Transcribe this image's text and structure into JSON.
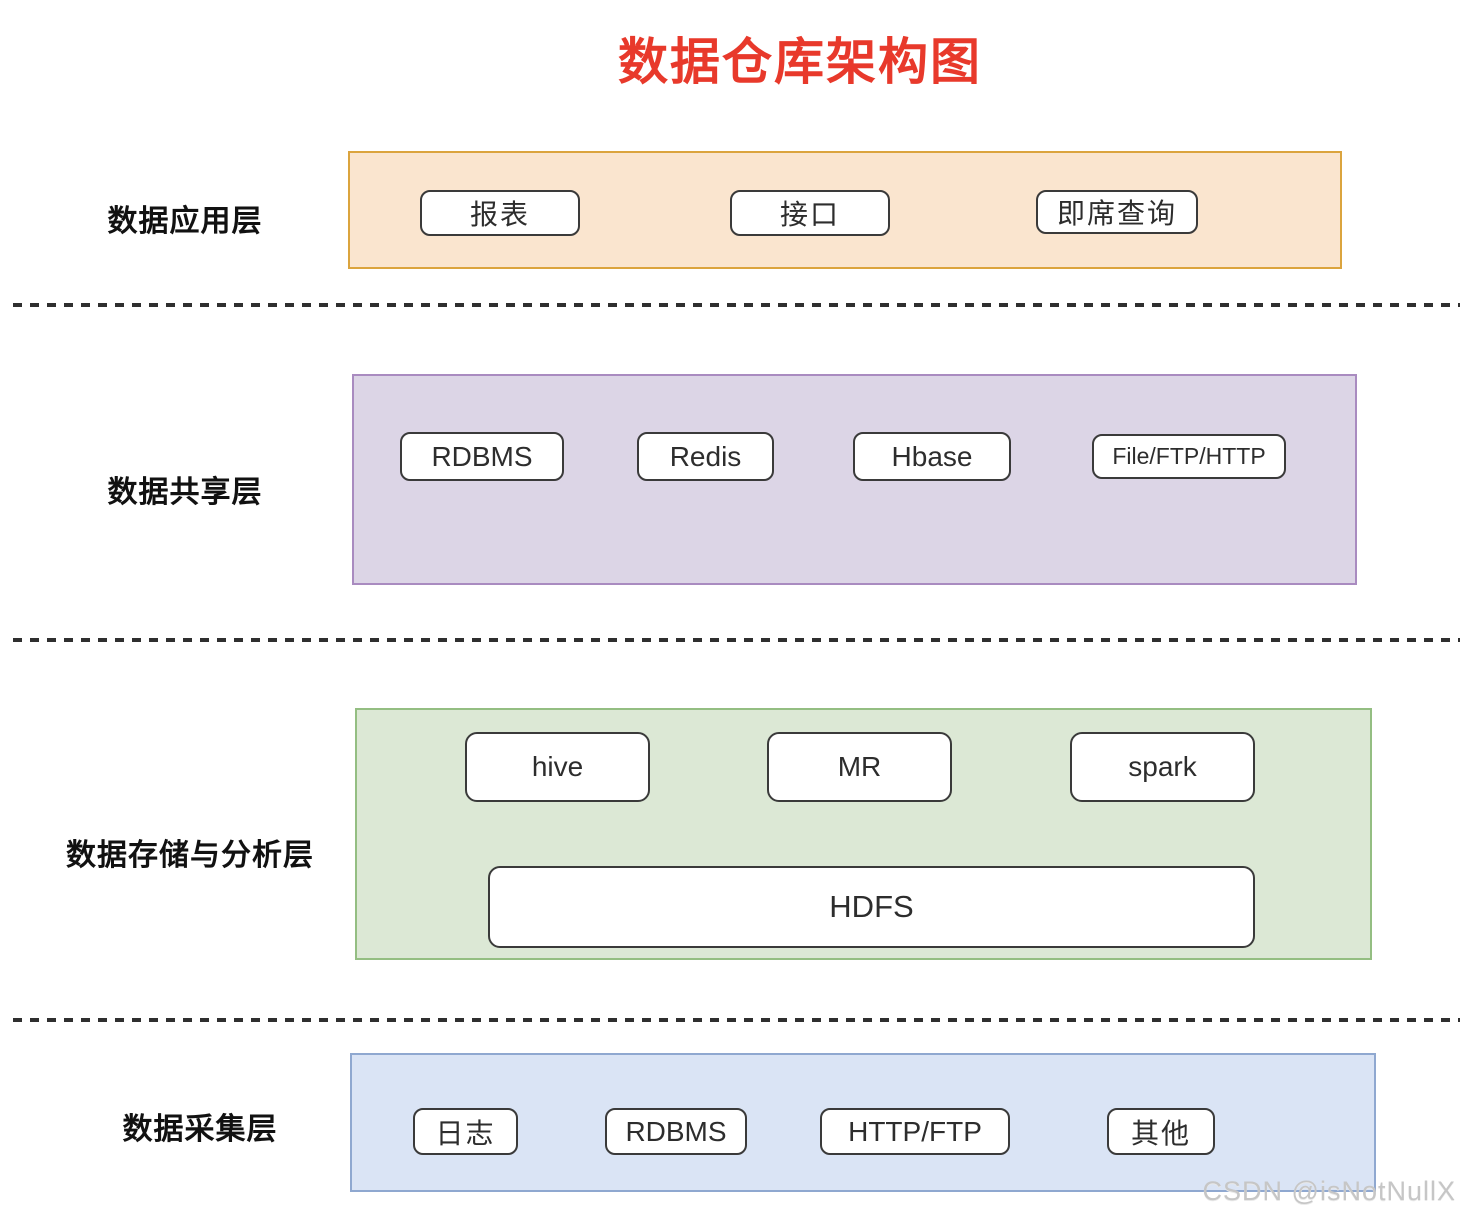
{
  "title": "数据仓库架构图",
  "watermark": "CSDN @isNotNullX",
  "colors": {
    "title_red": "#e8392b",
    "application_band_fill": "#fae5cf",
    "application_band_border": "#dba43e",
    "sharing_band_fill": "#dcd5e6",
    "sharing_band_border": "#a98bc0",
    "storage_band_fill": "#dce8d5",
    "storage_band_border": "#94be82",
    "collection_band_fill": "#dae4f5",
    "collection_band_border": "#8fa8d0"
  },
  "layers": [
    {
      "label": "数据应用层",
      "boxes": [
        {
          "label": "报表"
        },
        {
          "label": "接口"
        },
        {
          "label": "即席查询"
        }
      ]
    },
    {
      "label": "数据共享层",
      "boxes": [
        {
          "label": "RDBMS"
        },
        {
          "label": "Redis"
        },
        {
          "label": "Hbase"
        },
        {
          "label": "File/FTP/HTTP"
        }
      ]
    },
    {
      "label": "数据存储与分析层",
      "boxes": [
        {
          "label": "hive"
        },
        {
          "label": "MR"
        },
        {
          "label": "spark"
        },
        {
          "label": "HDFS"
        }
      ]
    },
    {
      "label": "数据采集层",
      "boxes": [
        {
          "label": "日志"
        },
        {
          "label": "RDBMS"
        },
        {
          "label": "HTTP/FTP"
        },
        {
          "label": "其他"
        }
      ]
    }
  ]
}
